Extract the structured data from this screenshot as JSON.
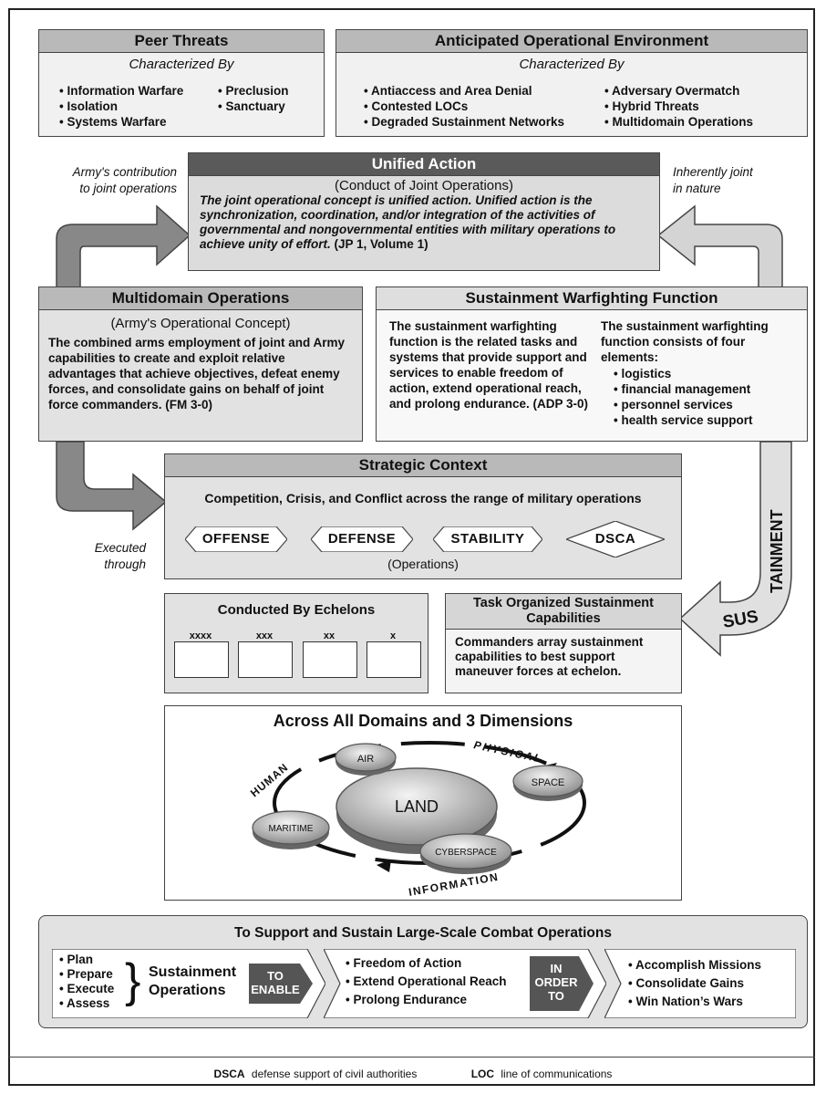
{
  "peer": {
    "title": "Peer Threats",
    "subtitle": "Characterized By",
    "col1": [
      "Information Warfare",
      "Isolation",
      "Systems Warfare"
    ],
    "col2": [
      "Preclusion",
      "Sanctuary"
    ]
  },
  "aoe": {
    "title": "Anticipated Operational Environment",
    "subtitle": "Characterized By",
    "col1": [
      "Antiaccess and Area Denial",
      "Contested LOCs",
      "Degraded Sustainment Networks"
    ],
    "col2": [
      "Adversary Overmatch",
      "Hybrid Threats",
      "Multidomain Operations"
    ]
  },
  "notes": {
    "army_contribution": "Army's contribution to joint operations",
    "inherently_joint": "Inherently joint in nature",
    "executed_through": "Executed through"
  },
  "unified": {
    "title": "Unified Action",
    "subtitle": "(Conduct of Joint Operations)",
    "text": "The joint operational concept is unified action. Unified action is the synchronization, coordination, and/or integration of the activities of governmental and nongovernmental entities with military operations to achieve unity of effort.",
    "ref": " (JP 1, Volume 1)"
  },
  "mdo": {
    "title": "Multidomain Operations",
    "subtitle": "(Army's Operational Concept)",
    "text": "The combined arms employment of joint and Army capabilities to create and exploit relative advantages that achieve objectives, defeat enemy forces, and consolidate gains on behalf of joint force commanders. (FM 3-0)"
  },
  "swf": {
    "title": "Sustainment Warfighting Function",
    "left": "The sustainment warfighting function is the related tasks and systems that provide support and services to enable freedom of action, extend operational reach, and prolong endurance. (ADP 3-0)",
    "right_intro": "The sustainment warfighting function consists of four elements:",
    "elements": [
      "logistics",
      "financial management",
      "personnel services",
      "health service support"
    ]
  },
  "strategic": {
    "title": "Strategic Context",
    "line": "Competition, Crisis, and Conflict across the range of military operations",
    "ops": [
      "OFFENSE",
      "DEFENSE",
      "STABILITY",
      "DSCA"
    ],
    "ops_label": "(Operations)"
  },
  "echelons": {
    "title": "Conducted By Echelons",
    "labels": [
      "xxxx",
      "xxx",
      "xx",
      "x"
    ]
  },
  "task": {
    "title": "Task Organized Sustainment Capabilities",
    "text": "Commanders array sustainment capabilities to best support maneuver forces at echelon."
  },
  "sustainment_arrow": "SUSTAINMENT",
  "domains": {
    "title": "Across All Domains and 3 Dimensions",
    "land": "LAND",
    "air": "AIR",
    "space": "SPACE",
    "cyberspace": "CYBERSPACE",
    "maritime": "MARITIME",
    "physical": "PHYSICAL",
    "human": "HUMAN",
    "information": "INFORMATION"
  },
  "support": {
    "title": "To Support and Sustain Large-Scale Combat Operations",
    "steps": [
      "Plan",
      "Prepare",
      "Execute",
      "Assess"
    ],
    "ops_label_1": "Sustainment",
    "ops_label_2": "Operations",
    "to_enable_1": "TO",
    "to_enable_2": "ENABLE",
    "middle": [
      "Freedom of Action",
      "Extend Operational Reach",
      "Prolong Endurance"
    ],
    "in_order_1": "IN",
    "in_order_2": "ORDER",
    "in_order_3": "TO",
    "right": [
      "Accomplish Missions",
      "Consolidate Gains",
      "Win Nation’s Wars"
    ]
  },
  "footer": {
    "dsca_abbr": "DSCA",
    "dsca_def": "defense support of civil authorities",
    "loc_abbr": "LOC",
    "loc_def": "line of communications"
  }
}
